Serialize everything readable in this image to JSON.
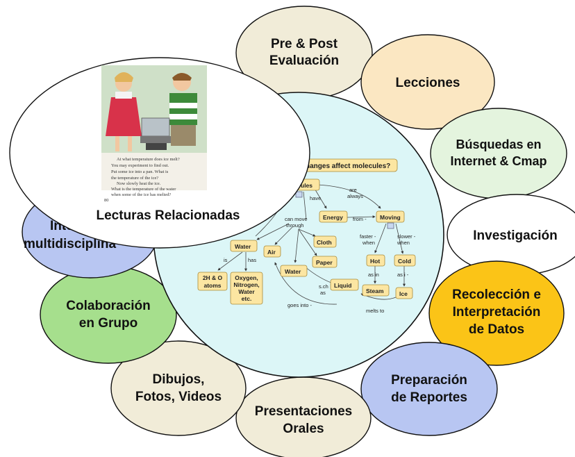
{
  "colors": {
    "outline": "#111111",
    "cream": "#f1ecd8",
    "peach": "#fbe7c2",
    "mint": "#e4f4de",
    "white": "#ffffff",
    "gold": "#fbc417",
    "blue": "#b8c6f2",
    "green": "#a6df8d",
    "light_cyan": "#dcf6f7",
    "node_fill": "#fce6a2",
    "node_stroke": "#a88a3a"
  },
  "bubbles": {
    "pre_post": [
      "Pre & Post",
      "Evaluación"
    ],
    "lecciones": [
      "Lecciones"
    ],
    "busquedas": [
      "Búsquedas en",
      "Internet & Cmap"
    ],
    "investigacion": [
      "Investigación"
    ],
    "recoleccion": [
      "Recolección e",
      "Interpretación",
      "de Datos"
    ],
    "preparacion": [
      "Preparación",
      "de Reportes"
    ],
    "presentaciones": [
      "Presentaciones",
      "Orales"
    ],
    "dibujos": [
      "Dibujos,",
      "Fotos, Videos"
    ],
    "colaboracion": [
      "Colaboración",
      "en Grupo"
    ],
    "multidisciplinario": [
      "Inte",
      "multidisciplina"
    ],
    "lecturas": [
      "Lecturas Relacionadas"
    ]
  },
  "book_text": [
    "At what temperature does ice melt?",
    "You may experiment to find out.",
    "Put some ice into a pan. What is",
    "the temperature of the ice?",
    "Now slowly heat the ice.",
    "What is the temperature of the water",
    "when some of the ice has melted?",
    "80"
  ],
  "concept_map": {
    "question": "hanges affect molecules?",
    "nodes": {
      "molecules": "ules",
      "energy": "Energy",
      "moving": "Moving",
      "cloth": "Cloth",
      "paper": "Paper",
      "water1": "Water",
      "air": "Air",
      "water2": "Water",
      "hot": "Hot",
      "cold": "Cold",
      "h2o": [
        "2H & O",
        "atoms"
      ],
      "oxygen": [
        "Oxygen,",
        "Nitrogen,",
        "Water",
        "etc."
      ],
      "liquid": "Liquid",
      "steam": "Steam",
      "ice": "Ice"
    },
    "links": {
      "have": "have",
      "are_always": [
        "are",
        "always"
      ],
      "from": "from -",
      "can_move": [
        "can move",
        "through"
      ],
      "is": "is",
      "has": "has",
      "faster_when": [
        "faster -",
        "when"
      ],
      "slower_when": [
        "slower -",
        "when"
      ],
      "as_in_1": "as in",
      "as_in_2": "as i -",
      "such_as": [
        "s.ch",
        "as"
      ],
      "goes_into": "goes into -",
      "melts_to": "melts to"
    }
  }
}
